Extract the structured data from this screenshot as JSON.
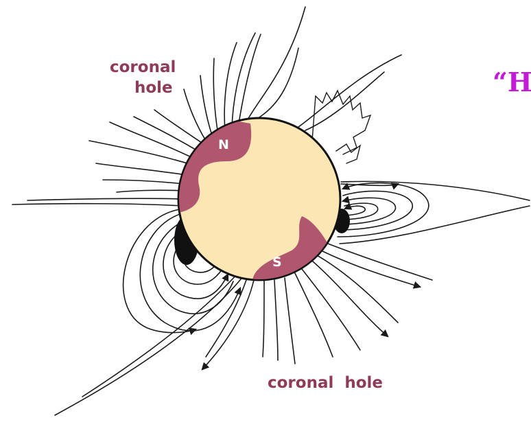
{
  "title_fragment": "“H",
  "labels": {
    "coronal_hole_top_line1": "coronal",
    "coronal_hole_top_line2": "hole",
    "coronal_hole_bottom": "coronal  hole",
    "north_pole": "N",
    "south_pole": "S"
  },
  "colors": {
    "sun_disk": "#fbe6b4",
    "coronal_hole": "#b0566f",
    "label_text": "#8e3a58",
    "title_text": "#c21ad6",
    "field_lines": "#1a1a1a",
    "sunspot": "#111111"
  }
}
